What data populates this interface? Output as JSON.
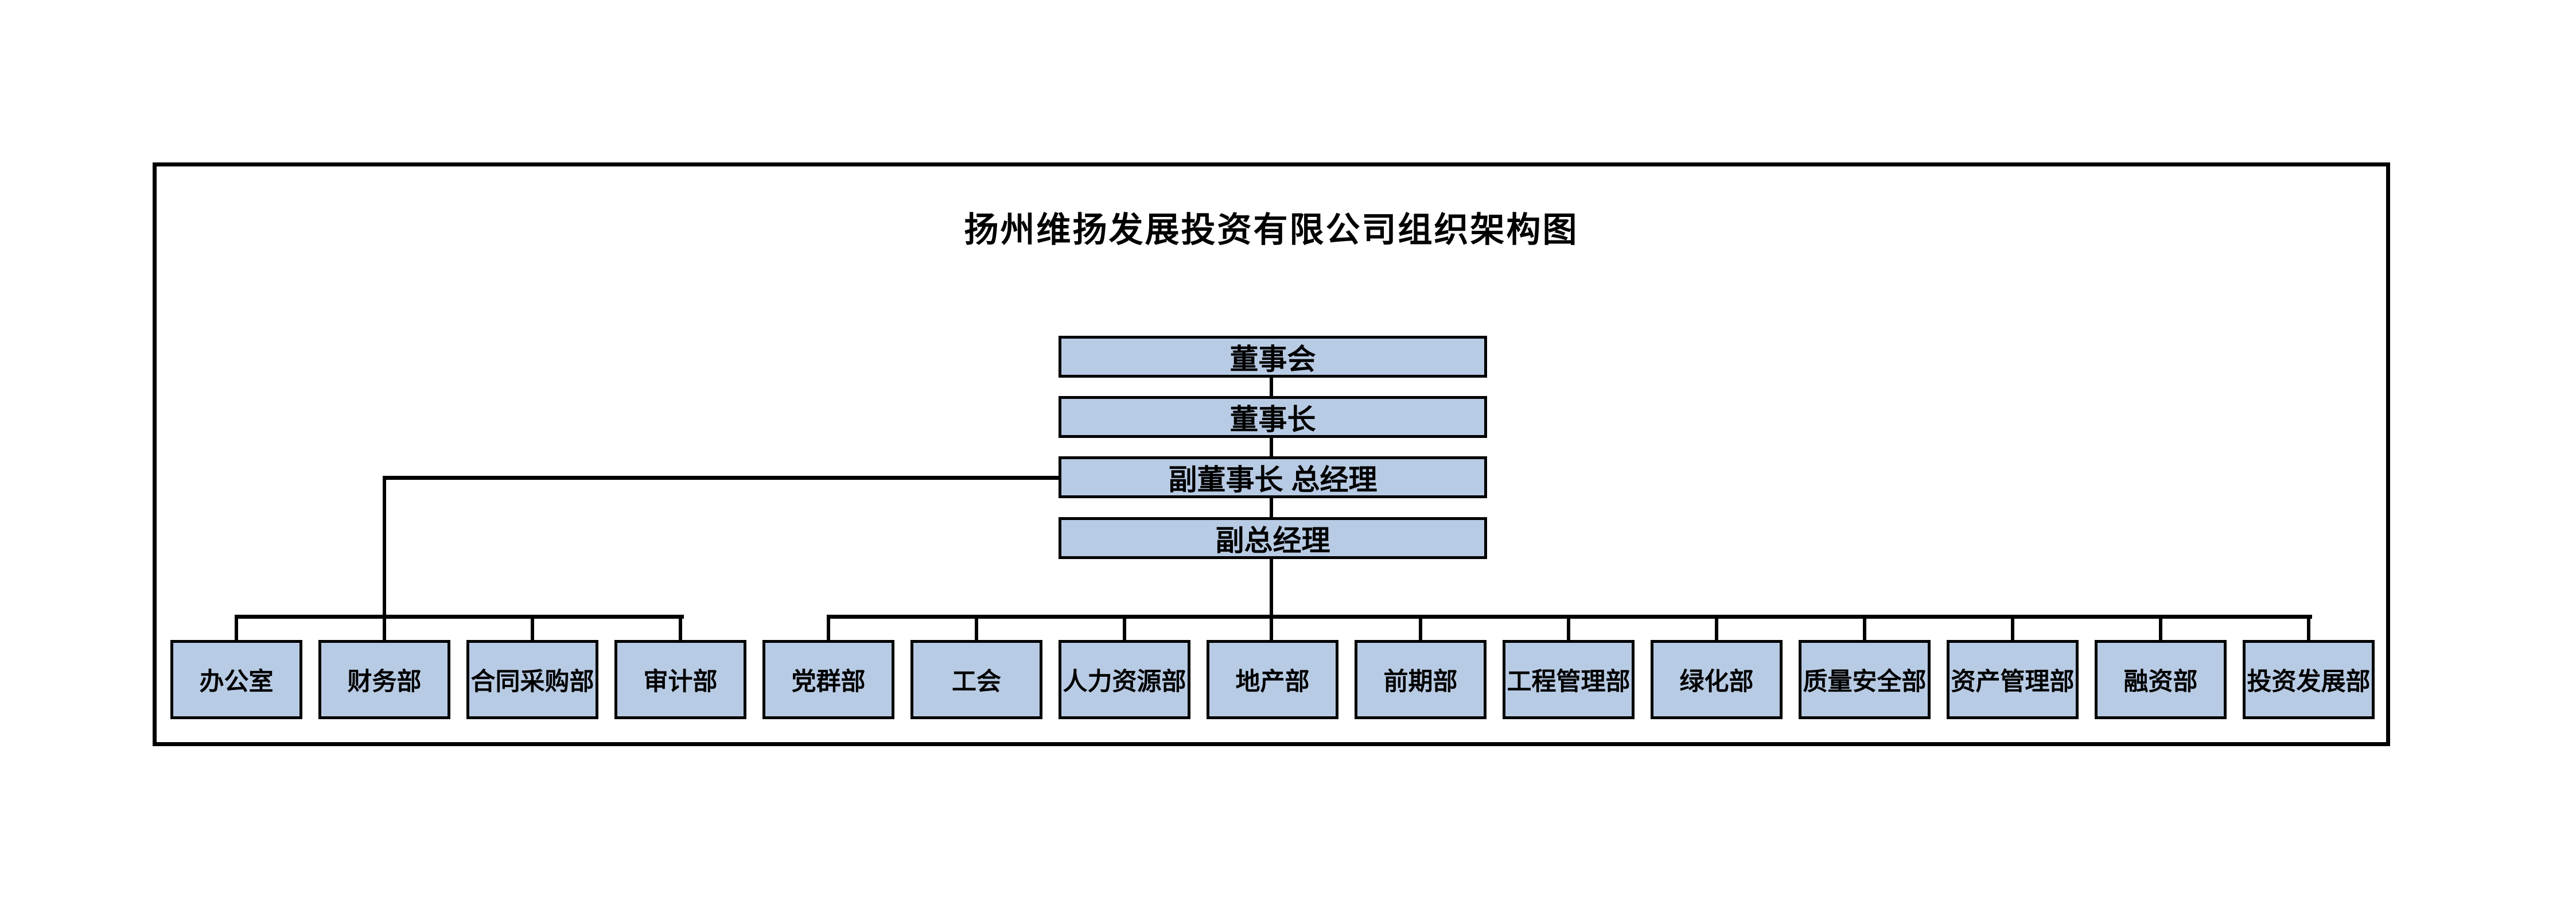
{
  "title": "扬州维扬发展投资有限公司组织架构图",
  "leadership": [
    {
      "label": "董事会"
    },
    {
      "label": "董事长"
    },
    {
      "label": "副董事长 总经理"
    },
    {
      "label": "副总经理"
    }
  ],
  "departments": [
    {
      "label": "办公室",
      "reports_to": "副董事长 总经理"
    },
    {
      "label": "财务部",
      "reports_to": "副董事长 总经理"
    },
    {
      "label": "合同采购部",
      "reports_to": "副董事长 总经理"
    },
    {
      "label": "审计部",
      "reports_to": "副董事长 总经理"
    },
    {
      "label": "党群部",
      "reports_to": "副总经理"
    },
    {
      "label": "工会",
      "reports_to": "副总经理"
    },
    {
      "label": "人力资源部",
      "reports_to": "副总经理"
    },
    {
      "label": "地产部",
      "reports_to": "副总经理"
    },
    {
      "label": "前期部",
      "reports_to": "副总经理"
    },
    {
      "label": "工程管理部",
      "reports_to": "副总经理"
    },
    {
      "label": "绿化部",
      "reports_to": "副总经理"
    },
    {
      "label": "质量安全部",
      "reports_to": "副总经理"
    },
    {
      "label": "资产管理部",
      "reports_to": "副总经理"
    },
    {
      "label": "融资部",
      "reports_to": "副总经理"
    },
    {
      "label": "投资发展部",
      "reports_to": "副总经理"
    }
  ],
  "colors": {
    "box_fill": "#b8cbe4",
    "box_border": "#000000",
    "connector": "#000000",
    "frame_border": "#000000",
    "page_background": "#ffffff"
  }
}
